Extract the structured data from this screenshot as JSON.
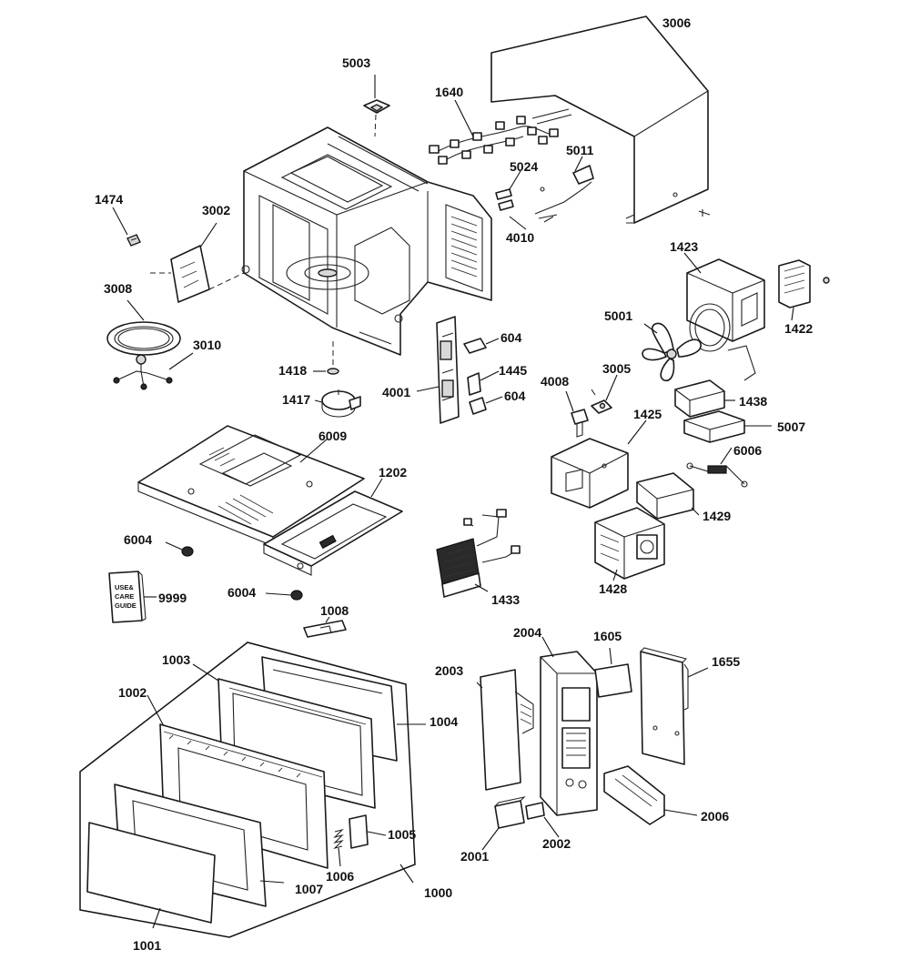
{
  "diagram": {
    "callouts": {
      "c3006": "3006",
      "c5003": "5003",
      "c1640": "1640",
      "c5024": "5024",
      "c5011": "5011",
      "c4010": "4010",
      "c1474": "1474",
      "c3002": "3002",
      "c3008": "3008",
      "c3010": "3010",
      "c1418": "1418",
      "c1417": "1417",
      "c4001": "4001",
      "c604a": "604",
      "c1445": "1445",
      "c604b": "604",
      "c1423": "1423",
      "c1422": "1422",
      "c5001": "5001",
      "c4008": "4008",
      "c3005": "3005",
      "c1438": "1438",
      "c1425": "1425",
      "c5007": "5007",
      "c6006": "6006",
      "c6009": "6009",
      "c1202": "1202",
      "c1429": "1429",
      "c6004a": "6004",
      "c9999": "9999",
      "c6004b": "6004",
      "c1433": "1433",
      "c1428": "1428",
      "c1008": "1008",
      "c2004": "2004",
      "c1605": "1605",
      "c1655": "1655",
      "c1003": "1003",
      "c2003": "2003",
      "c1002": "1002",
      "c1004": "1004",
      "c2006": "2006",
      "c1005": "1005",
      "c2001": "2001",
      "c2002": "2002",
      "c1006": "1006",
      "c1007": "1007",
      "c1000": "1000",
      "c1001": "1001"
    },
    "manual_text": {
      "line1": "USE&",
      "line2": "CARE",
      "line3": "GUIDE"
    }
  }
}
